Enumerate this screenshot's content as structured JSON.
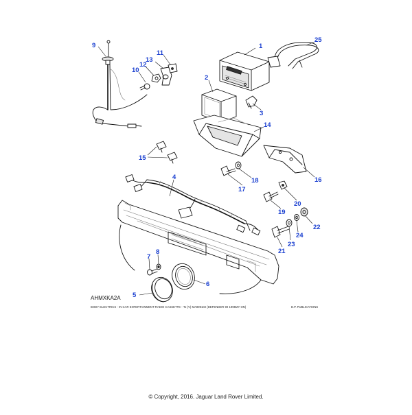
{
  "diagram": {
    "reference_code": "AHMXKA2A",
    "caption": "BODY ELECTRICS - IN CAR ENTERTAINMENT-RADIO CASSETTE - To (V) MA999102 (DEFENDER 90 1995MY ON)",
    "publisher": "D.P. PUBLICATIONS",
    "copyright": "© Copyright, 2016. Jaguar Land Rover Limited.",
    "callout_color": "#1a3fd0",
    "callouts": {
      "c1": "1",
      "c2": "2",
      "c3": "3",
      "c4": "4",
      "c5": "5",
      "c6": "6",
      "c7": "7",
      "c8": "8",
      "c9": "9",
      "c10": "10",
      "c11": "11",
      "c12": "12",
      "c13": "13",
      "c14": "14",
      "c15": "15",
      "c16": "16",
      "c17": "17",
      "c18": "18",
      "c19": "19",
      "c20": "20",
      "c21": "21",
      "c22": "22",
      "c23": "23",
      "c24": "24",
      "c25": "25"
    }
  }
}
